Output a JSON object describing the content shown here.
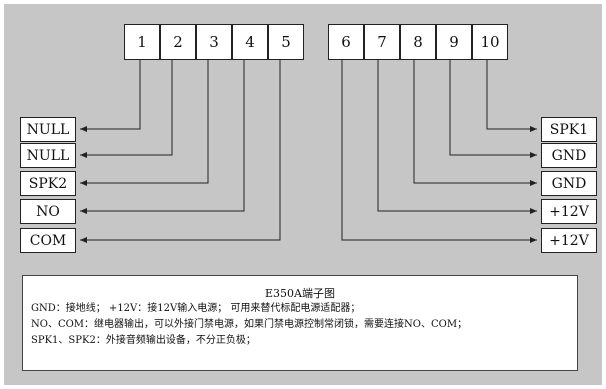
{
  "terminals_left": [
    {
      "num": "1",
      "label": "NULL"
    },
    {
      "num": "2",
      "label": "NULL"
    },
    {
      "num": "3",
      "label": "SPK2"
    },
    {
      "num": "4",
      "label": "NO"
    },
    {
      "num": "5",
      "label": "COM"
    }
  ],
  "terminals_right": [
    {
      "num": "6",
      "label": "+12V"
    },
    {
      "num": "7",
      "label": "+12V"
    },
    {
      "num": "8",
      "label": "GND"
    },
    {
      "num": "9",
      "label": "GND"
    },
    {
      "num": "10",
      "label": "SPK1"
    }
  ],
  "colors": {
    "background": "#c6c6c6",
    "box": "#ffffff",
    "wire": "#222222"
  },
  "note": {
    "title": "E350A端子图",
    "lines": [
      "GND：接地线；   +12V：接12V输入电源；   可用来替代标配电源适配器；",
      "NO、COM：继电器输出，可以外接门禁电源，如果门禁电源控制常闭锁，需要连接NO、COM；",
      "SPK1、SPK2：外接音频输出设备，不分正负极；"
    ]
  }
}
